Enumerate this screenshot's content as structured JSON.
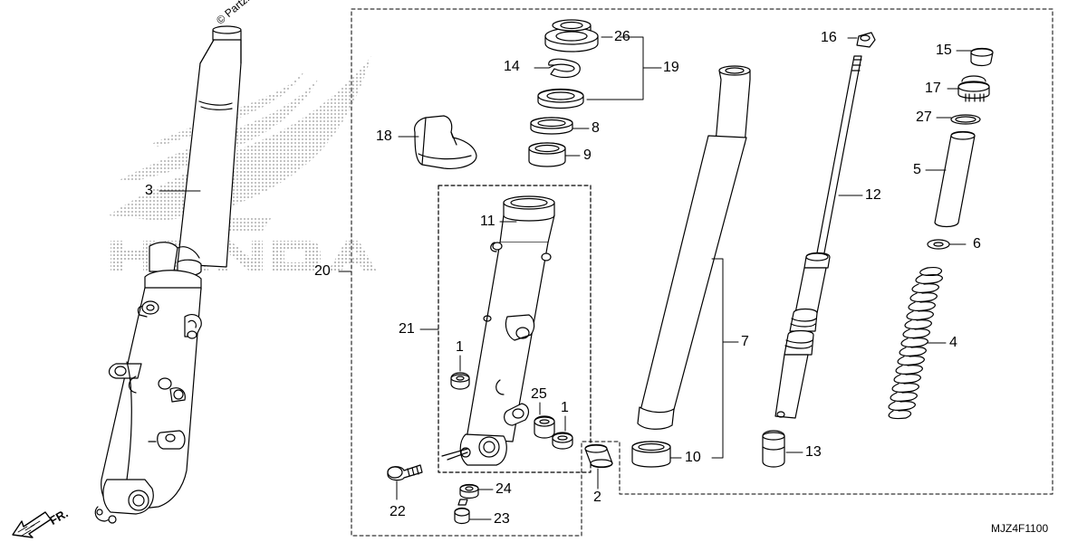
{
  "diagram": {
    "copyright": "© Partzilla",
    "diagram_code": "MJZ4F1100",
    "front_label": "FR.",
    "watermark_brand": "HONDA",
    "colors": {
      "line": "#000000",
      "watermark": "#9a9a9a",
      "background": "#ffffff"
    },
    "callouts": {
      "c1a": "1",
      "c1b": "1",
      "c2": "2",
      "c3": "3",
      "c4": "4",
      "c5": "5",
      "c6": "6",
      "c7": "7",
      "c8": "8",
      "c9": "9",
      "c10": "10",
      "c11": "11",
      "c12": "12",
      "c13": "13",
      "c14": "14",
      "c15": "15",
      "c16": "16",
      "c17": "17",
      "c18": "18",
      "c19": "19",
      "c20": "20",
      "c21": "21",
      "c22": "22",
      "c23": "23",
      "c24": "24",
      "c25": "25",
      "c26": "26",
      "c27": "27"
    }
  }
}
